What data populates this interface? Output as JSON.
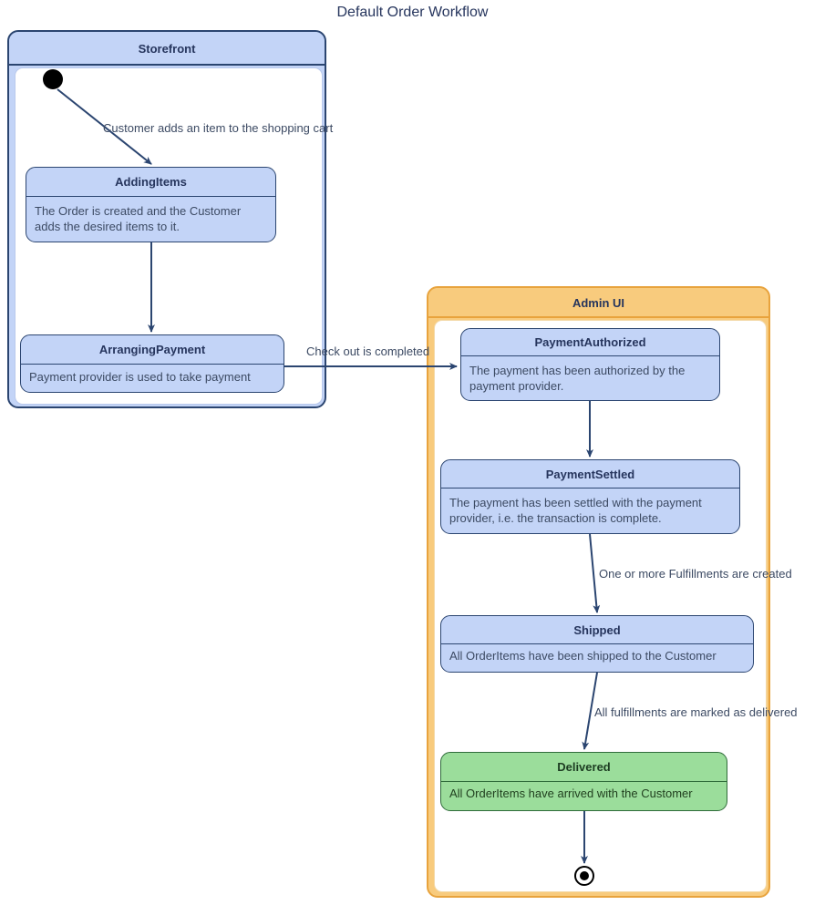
{
  "title": "Default Order Workflow",
  "colors": {
    "node_fill": "#c3d4f7",
    "node_border": "#2b4570",
    "storefront_header_fill": "#c3d4f7",
    "adminui_header_fill": "#f8cb7d",
    "adminui_border": "#e8a33d",
    "delivered_fill": "#9bdd9b",
    "delivered_border": "#2f6b3a",
    "edge_stroke": "#2b4570",
    "title_text": "#26355d",
    "body_text": "#3c4a63"
  },
  "containers": {
    "storefront": {
      "label": "Storefront"
    },
    "adminui": {
      "label": "Admin UI"
    }
  },
  "states": {
    "adding_items": {
      "name": "AddingItems",
      "description": "The Order is created and the Customer adds the desired items to it."
    },
    "arranging_payment": {
      "name": "ArrangingPayment",
      "description": "Payment provider is used to take payment"
    },
    "payment_authorized": {
      "name": "PaymentAuthorized",
      "description": "The payment has been authorized by the payment provider."
    },
    "payment_settled": {
      "name": "PaymentSettled",
      "description": "The payment has been settled with the payment provider, i.e. the transaction is complete."
    },
    "shipped": {
      "name": "Shipped",
      "description": "All OrderItems have been shipped to the Customer"
    },
    "delivered": {
      "name": "Delivered",
      "description": "All OrderItems have arrived with the Customer"
    }
  },
  "transitions": {
    "start_to_adding": "Customer adds an item to the shopping cart",
    "adding_to_arranging": "",
    "arranging_to_authorized": "Check out is completed",
    "authorized_to_settled": "",
    "settled_to_shipped": "One or more Fulfillments are created",
    "shipped_to_delivered": "All fulfillments are marked as delivered",
    "delivered_to_final": ""
  }
}
